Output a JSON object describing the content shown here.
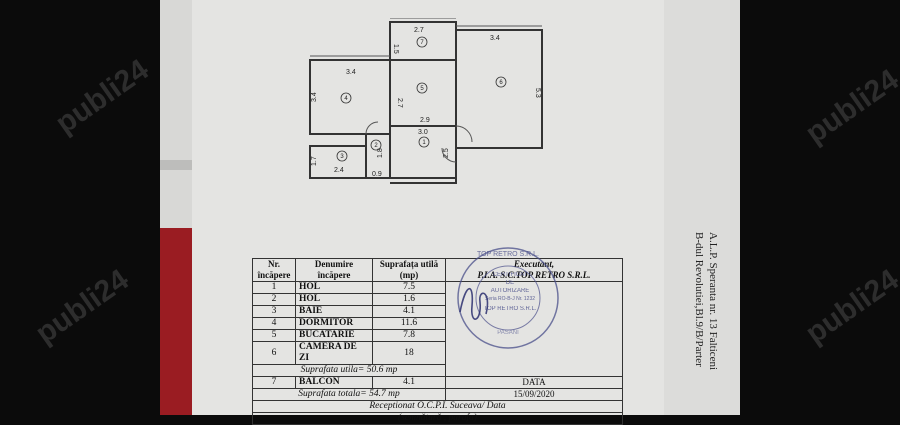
{
  "plan": {
    "dims": {
      "r7_top": "2.7",
      "r7_side": "1.5",
      "r6_top": "3.4",
      "r6_side": "5.3",
      "r4_top": "3.4",
      "r4_side": "3.4",
      "r5_side": "2.7",
      "r5_bottom": "2.9",
      "r1_top": "3.0",
      "r1_side": "2.5",
      "r2_side": "1.8",
      "r3_side": "1.7",
      "r3_bottom": "2.4",
      "r2_bottom": "0.9"
    },
    "room_numbers": [
      "1",
      "2",
      "3",
      "4",
      "5",
      "6",
      "7"
    ]
  },
  "table": {
    "headers": {
      "nr": [
        "Nr.",
        "încăpere"
      ],
      "name": [
        "Denumire",
        "încăpere"
      ],
      "area": [
        "Suprafața utilă",
        "(mp)"
      ],
      "executant": "Executant,"
    },
    "company": "P.I.A. S.C.TOP RETRO S.R.L.",
    "rows": [
      {
        "nr": "1",
        "name": "HOL",
        "area": "7.5"
      },
      {
        "nr": "2",
        "name": "HOL",
        "area": "1.6"
      },
      {
        "nr": "3",
        "name": "BAIE",
        "area": "4.1"
      },
      {
        "nr": "4",
        "name": "DORMITOR",
        "area": "11.6"
      },
      {
        "nr": "5",
        "name": "BUCATARIE",
        "area": "7.8"
      },
      {
        "nr": "6",
        "name": "CAMERA DE ZI",
        "area": "18"
      }
    ],
    "subtotal": "Suprafata utila= 50.6 mp",
    "data_label": "DATA",
    "balcony": {
      "nr": "7",
      "name": "BALCON",
      "area": "4.1"
    },
    "date": "15/09/2020",
    "total": "Suprafata totala= 54.7 mp",
    "receptionat": "Receptionat O.C.P.I. Suceava/ Data",
    "semnatura": "(semnătură , parafa)"
  },
  "address": {
    "line1": "A.L.P. Speranta nr. 13 Falticeni",
    "line2": "B-dul Revolutiei,Bl.9/B/Parter"
  },
  "stamp": {
    "ring": "TOP RETRO S.R.L.",
    "lines": [
      "CERTIFICAT",
      "DE",
      "AUTORIZARE",
      "Seria RO-B-J Nr. 1232",
      "TOP RETRO S.R.L."
    ],
    "bottom": "PASANI"
  },
  "watermark": "publi24"
}
